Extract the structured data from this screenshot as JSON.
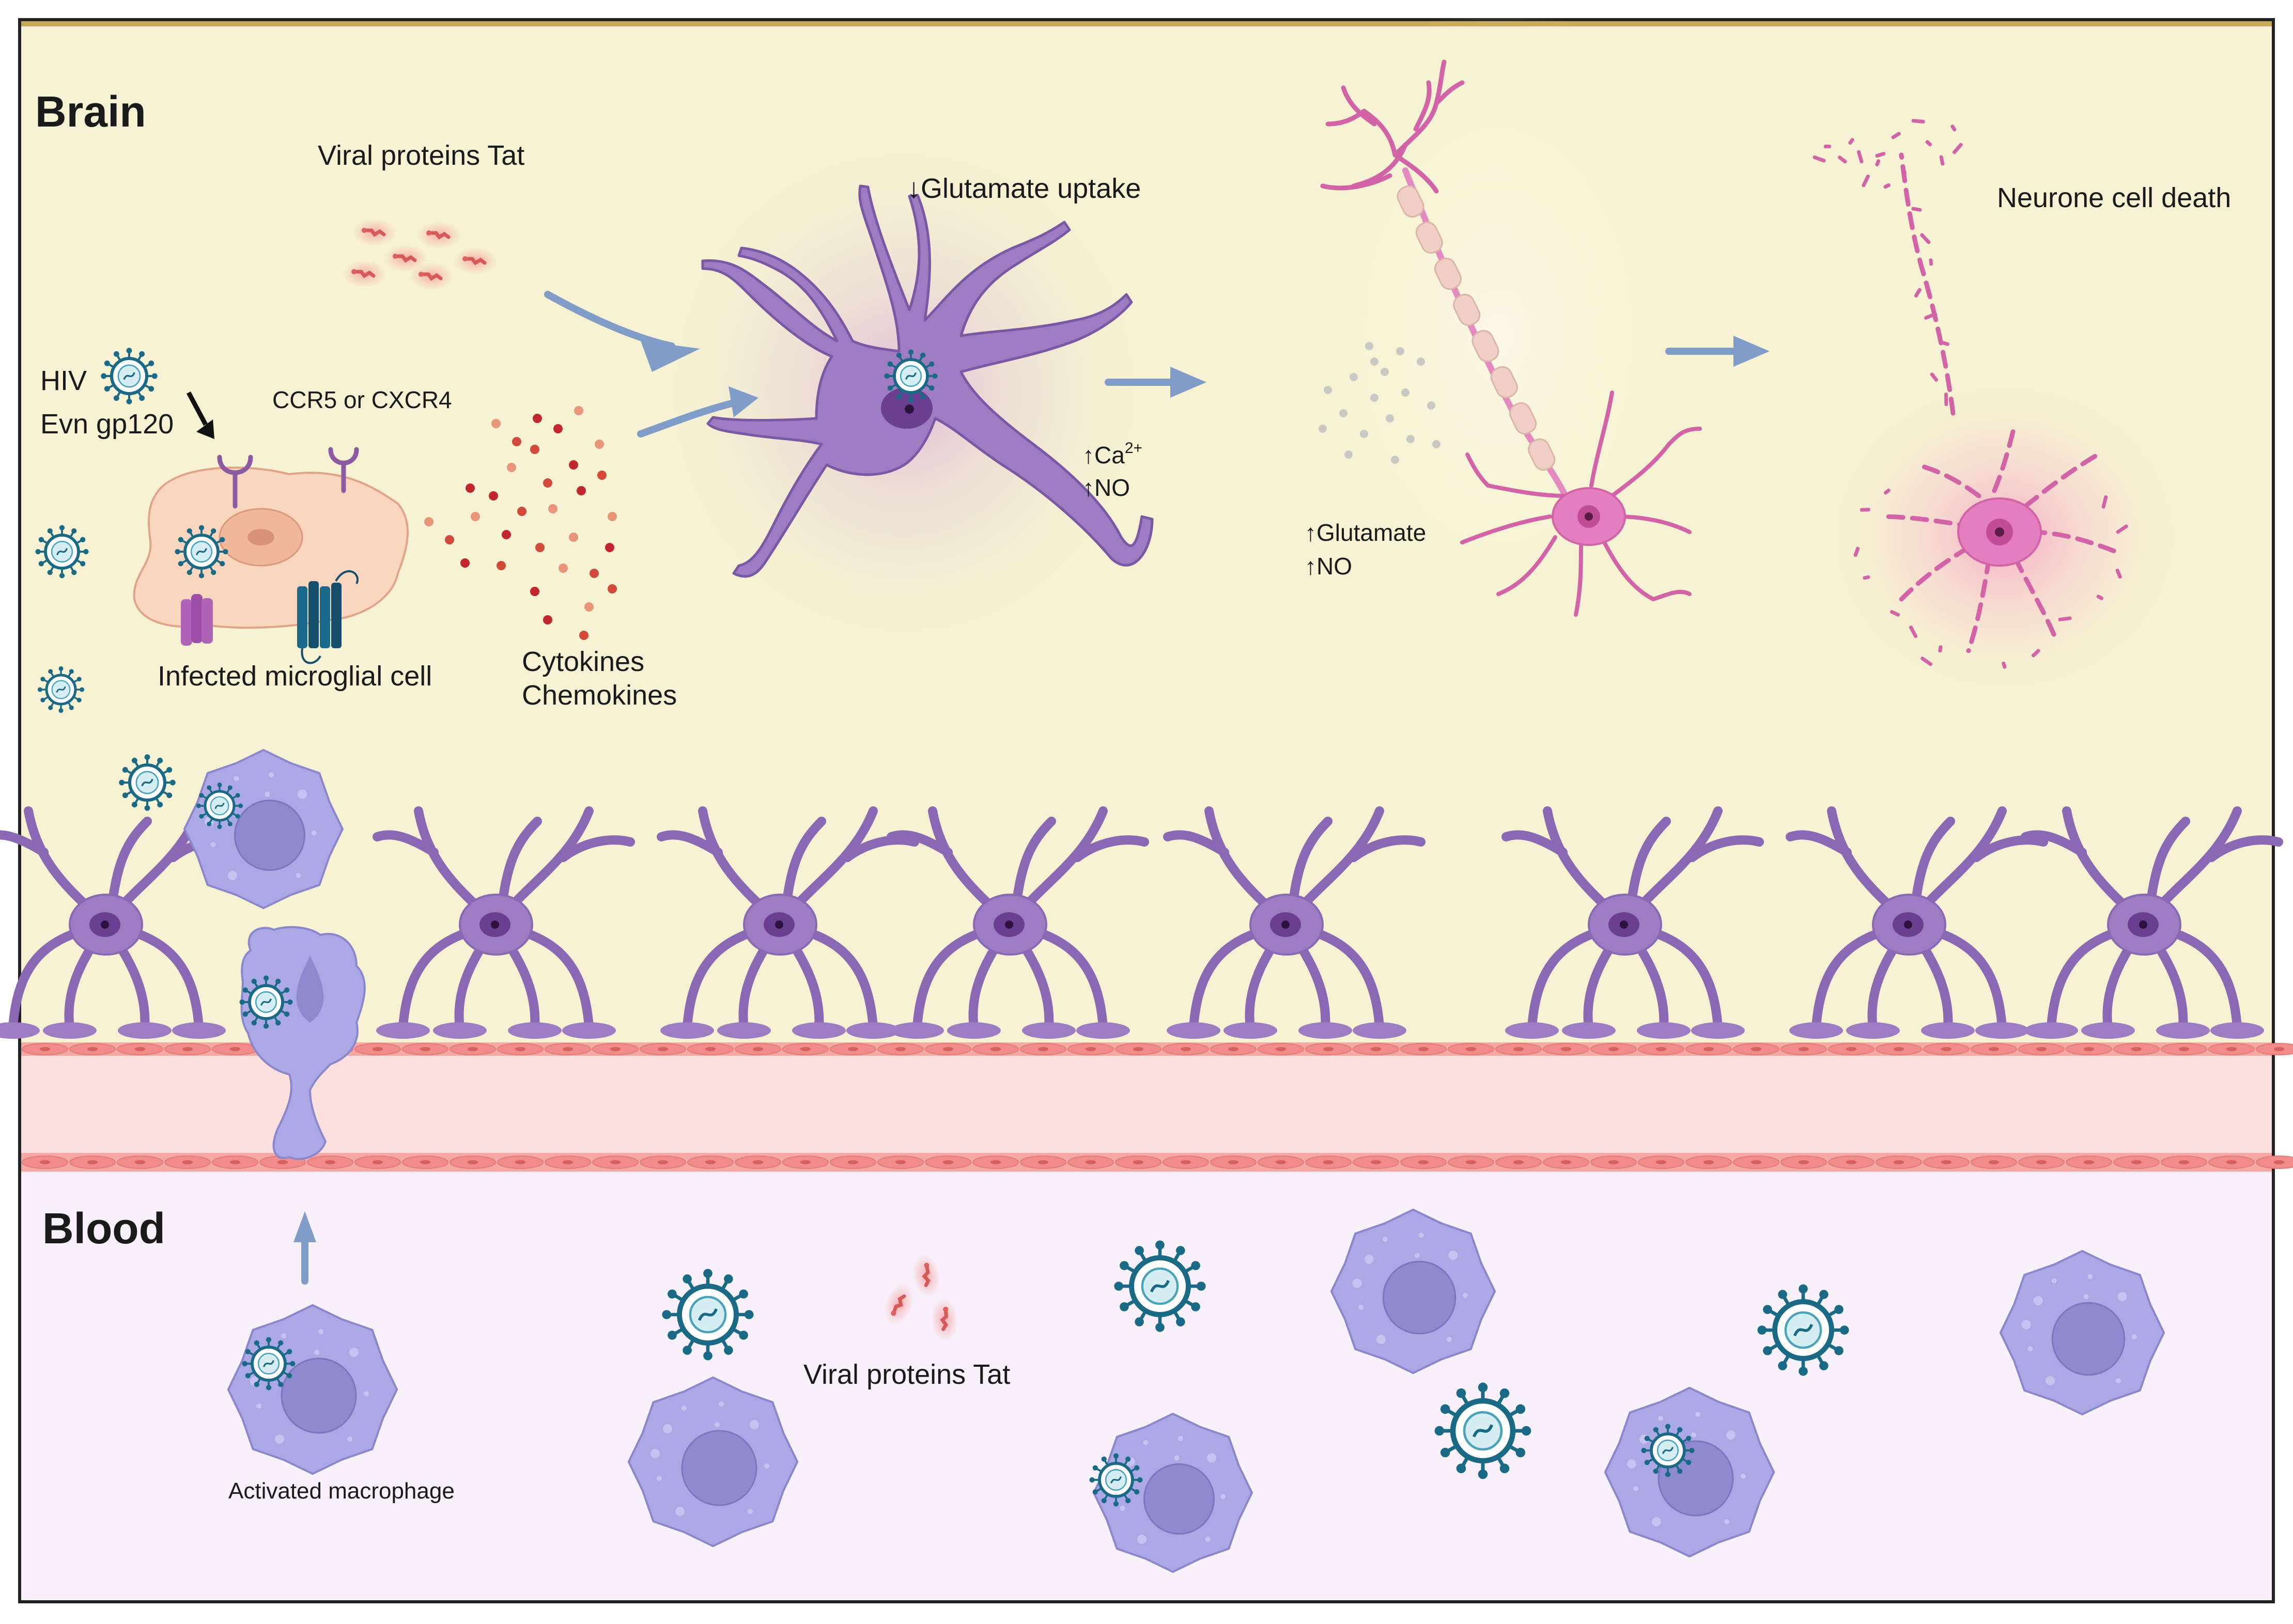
{
  "regions": {
    "brain": "Brain",
    "blood": "Blood"
  },
  "labels": {
    "viral_tat_top": "Viral proteins Tat",
    "glutamate_uptake": "↓Glutamate uptake",
    "neurone_death": "Neurone cell death",
    "hiv": "HIV",
    "evn_gp120": "Evn gp120",
    "receptor": "CCR5 or CXCR4",
    "ca_up": "↑Ca",
    "ca_sup": "2+",
    "no_up": "↑NO",
    "glutamate_up": "↑Glutamate",
    "no_up_2": "↑NO",
    "infected_microglia": "Infected microglial cell",
    "cytokines": "Cytokines",
    "chemokines": "Chemokines",
    "viral_tat_blood": "Viral proteins Tat",
    "activated_macrophage": "Activated macrophage"
  },
  "colors": {
    "brain_bg": "#f6f2d3",
    "blood_bg": "#f8f0fa",
    "vessel": "#fbe0de",
    "astrocyte": "#9e7cc1",
    "neuron": "#e47fbf",
    "macrophage": "#aba8e6",
    "virus": "#1a6a86",
    "arrow": "#7f9dc8"
  }
}
